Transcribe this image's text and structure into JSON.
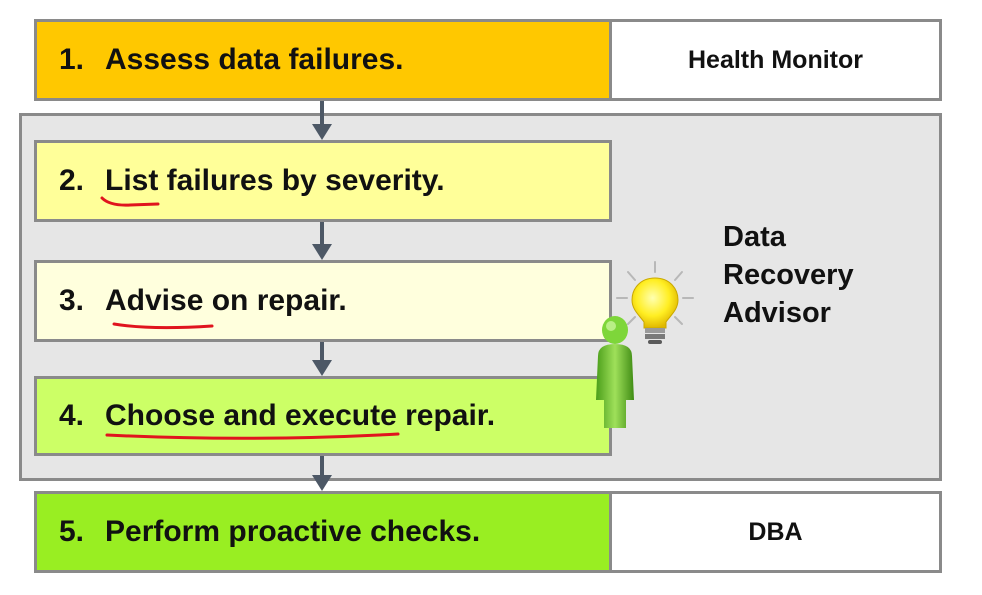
{
  "steps": [
    {
      "num": "1.",
      "text": "Assess data failures.",
      "color": "#ffc800"
    },
    {
      "num": "2.",
      "text": "List failures by severity.",
      "color": "#ffff99"
    },
    {
      "num": "3.",
      "text": "Advise on repair.",
      "color": "#ffffdd"
    },
    {
      "num": "4.",
      "text": "Choose and execute repair.",
      "color": "#ccff66"
    },
    {
      "num": "5.",
      "text": "Perform proactive checks.",
      "color": "#99ee22"
    }
  ],
  "side_labels": {
    "health_monitor": "Health Monitor",
    "dba": "DBA"
  },
  "advisor": {
    "line1": "Data",
    "line2": "Recovery",
    "line3": "Advisor"
  },
  "colors": {
    "border": "#8a8a8a",
    "group_background": "#e6e6e6",
    "arrow": "#4d5866",
    "annotation_underline": "#e0141e"
  }
}
